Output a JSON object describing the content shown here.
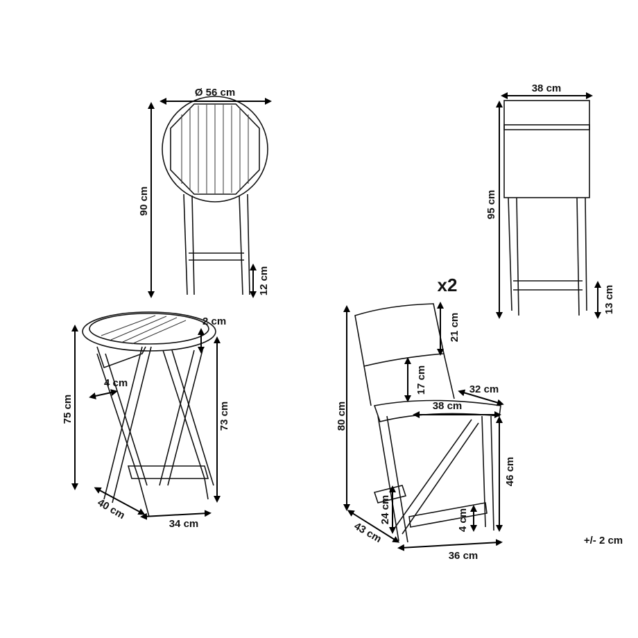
{
  "folded_table": {
    "diameter": "Ø 56 cm",
    "height": "90 cm",
    "footrest_height": "12 cm"
  },
  "folded_chair": {
    "width": "38 cm",
    "height": "95 cm",
    "footrest_height": "13 cm"
  },
  "table": {
    "top_thickness": "2 cm",
    "leg_thickness": "4 cm",
    "height": "75 cm",
    "inner_height": "73 cm",
    "depth": "40 cm",
    "width": "34 cm"
  },
  "chair": {
    "quantity": "x2",
    "height": "80 cm",
    "backrest_height": "21 cm",
    "backrest_gap": "17 cm",
    "seat_depth": "32 cm",
    "seat_width": "38 cm",
    "seat_height": "46 cm",
    "footrest_height": "24 cm",
    "footrest_thickness": "4 cm",
    "depth": "43 cm",
    "base_width": "36 cm"
  },
  "tolerance": "+/- 2 cm"
}
